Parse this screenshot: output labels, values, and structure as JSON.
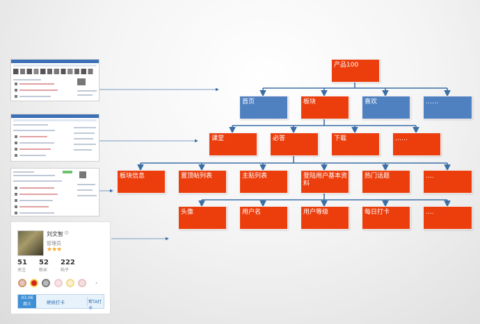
{
  "nodes": {
    "root": "产品100",
    "home": "首页",
    "section": "板块",
    "like": "喜欢",
    "more1": "……",
    "classroom": "课堂",
    "required": "必答",
    "download": "下载",
    "more2": "……",
    "section_info": "板块信息",
    "pinned_list": "置顶帖列表",
    "topic_list": "主贴列表",
    "login_info": "登陆用户基本资料",
    "hot_topics": "热门话题",
    "more3": "....",
    "avatar": "头像",
    "username": "用户名",
    "user_level": "用户等级",
    "daily_checkin": "每日打卡",
    "more4": "...."
  },
  "profile": {
    "name": "刘文智",
    "role": "管理员",
    "stars": "★★★",
    "stats": [
      {
        "num": "51",
        "label": "关注"
      },
      {
        "num": "52",
        "label": "粉丝"
      },
      {
        "num": "222",
        "label": "帖子"
      }
    ],
    "badges": [
      {
        "icon": "badge-icon",
        "color": "#e9c2c2"
      },
      {
        "icon": "badge-icon",
        "color": "#d8231a"
      },
      {
        "icon": "badge-icon",
        "color": "#b9b9b9"
      },
      {
        "icon": "badge-icon",
        "color": "#f2c9d2"
      },
      {
        "icon": "badge-icon",
        "color": "#f3d98b"
      },
      {
        "icon": "badge-icon",
        "color": "#e8c3c3"
      }
    ],
    "date_top": "03.06",
    "date_bottom": "周三",
    "checkin_label": "继续打卡",
    "checkin_link": "帮TA打卡"
  },
  "colors": {
    "node_red": "#ec3e0d",
    "node_blue": "#4f80c0",
    "connector": "#3a6ea5"
  }
}
